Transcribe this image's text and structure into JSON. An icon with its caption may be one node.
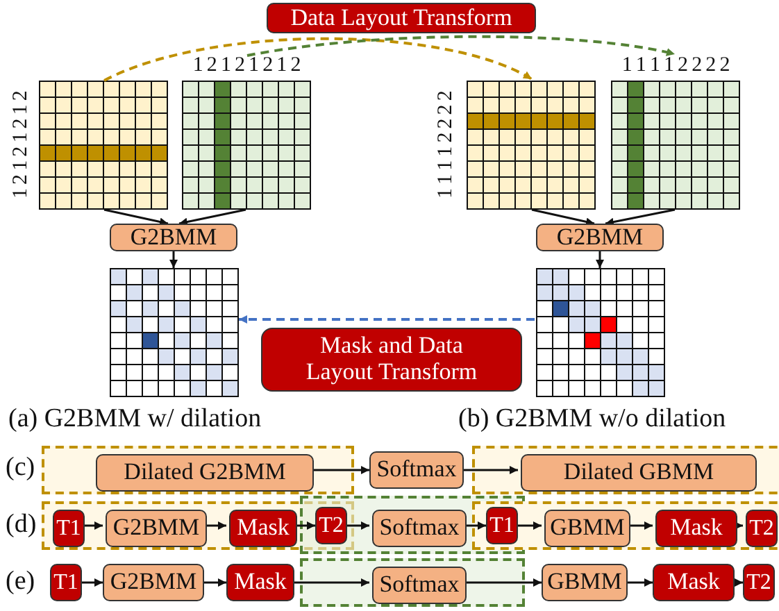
{
  "diagram": {
    "nodes": [
      {
        "text": [
          "Data Layout Transform"
        ]
      },
      {
        "text": [],
        "shape": "grid",
        "beside": [
          "1 2 1 2 1 2 1 2"
        ]
      },
      {
        "text": [],
        "shape": "grid",
        "beside": [
          "1 2 1 2 1 2 1 2"
        ]
      },
      {
        "text": [],
        "shape": "grid",
        "beside": [
          "1 1 1 1 2 2 2 2"
        ]
      },
      {
        "text": [],
        "shape": "grid",
        "beside": [
          "1 1 1 1 2 2 2 2"
        ]
      },
      {
        "text": [
          "G2BMM"
        ]
      },
      {
        "text": [
          "G2BMM"
        ]
      },
      {
        "text": [],
        "shape": "grid"
      },
      {
        "text": [],
        "shape": "grid"
      },
      {
        "text": [
          "Mask and Data Layout Transform"
        ]
      },
      {
        "text": [],
        "shape": "box"
      },
      {
        "text": [
          "Dilated G2BMM"
        ],
        "in": 10
      },
      {
        "text": [
          "Softmax"
        ]
      },
      {
        "text": [],
        "shape": "box"
      },
      {
        "text": [
          "Dilated GBMM"
        ],
        "in": 13
      },
      {
        "text": [],
        "shape": "box"
      },
      {
        "text": [],
        "shape": "box"
      },
      {
        "text": [],
        "shape": "box"
      },
      {
        "text": [
          "T1"
        ],
        "in": 15
      },
      {
        "text": [
          "G2BMM"
        ],
        "in": 15
      },
      {
        "text": [
          "Mask"
        ],
        "in": 15
      },
      {
        "text": [
          "T2"
        ]
      },
      {
        "text": [
          "Softmax"
        ],
        "in": 16
      },
      {
        "text": [
          "T1"
        ]
      },
      {
        "text": [
          "GBMM"
        ],
        "in": 17
      },
      {
        "text": [
          "Mask"
        ],
        "in": 17
      },
      {
        "text": [
          "T2"
        ],
        "in": 17
      },
      {
        "text": [
          "T1"
        ]
      },
      {
        "text": [
          "G2BMM"
        ]
      },
      {
        "text": [
          "Mask"
        ]
      },
      {
        "text": [],
        "shape": "box"
      },
      {
        "text": [
          "Softmax"
        ],
        "in": 30
      },
      {
        "text": [
          "GBMM"
        ]
      },
      {
        "text": [
          "Mask"
        ]
      },
      {
        "text": [
          "T2"
        ]
      }
    ],
    "edges": [
      {
        "from": 1,
        "to": 3,
        "arrow": "to",
        "style": "dashed",
        "color": "#bf9000"
      },
      {
        "from": 2,
        "to": 4,
        "arrow": "to",
        "style": "dashed",
        "color": "#548235"
      },
      {
        "from": 1,
        "to": 5,
        "arrow": "to"
      },
      {
        "from": 2,
        "to": 5,
        "arrow": "to"
      },
      {
        "from": 3,
        "to": 6,
        "arrow": "to"
      },
      {
        "from": 4,
        "to": 6,
        "arrow": "to"
      },
      {
        "from": 5,
        "to": 7,
        "arrow": "to"
      },
      {
        "from": 6,
        "to": 8,
        "arrow": "to"
      },
      {
        "from": 8,
        "to": 7,
        "arrow": "to",
        "style": "dashed",
        "color": "#4472c4"
      },
      {
        "from": 11,
        "to": 12,
        "arrow": "to"
      },
      {
        "from": 12,
        "to": 14,
        "arrow": "to"
      },
      {
        "from": 18,
        "to": 19,
        "arrow": "to"
      },
      {
        "from": 19,
        "to": 20,
        "arrow": "to"
      },
      {
        "from": 20,
        "to": 21,
        "arrow": "to"
      },
      {
        "from": 21,
        "to": 22,
        "arrow": "to"
      },
      {
        "from": 22,
        "to": 23,
        "arrow": "to"
      },
      {
        "from": 23,
        "to": 24,
        "arrow": "to"
      },
      {
        "from": 24,
        "to": 25,
        "arrow": "to"
      },
      {
        "from": 25,
        "to": 26,
        "arrow": "to"
      },
      {
        "from": 27,
        "to": 28,
        "arrow": "to"
      },
      {
        "from": 28,
        "to": 29,
        "arrow": "to"
      },
      {
        "from": 29,
        "to": 31,
        "arrow": "to"
      },
      {
        "from": 31,
        "to": 32,
        "arrow": "to"
      },
      {
        "from": 32,
        "to": 33,
        "arrow": "to"
      },
      {
        "from": 33,
        "to": 34,
        "arrow": "to"
      }
    ],
    "labels": [
      "(a) G2BMM w/ dilation",
      "(b) G2BMM w/o dilation",
      "(c)",
      "(d)",
      "(e)"
    ]
  }
}
